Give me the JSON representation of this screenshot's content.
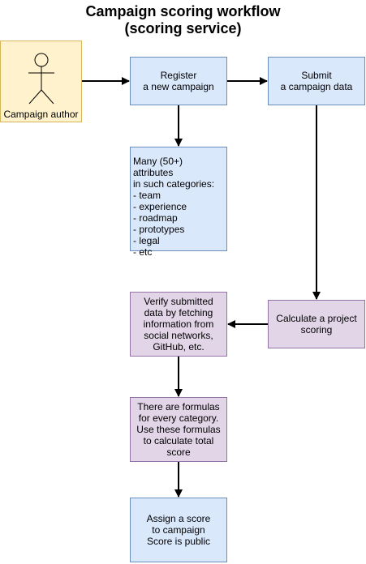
{
  "title": "Campaign scoring workflow\n(scoring service)",
  "actor": {
    "label": "Campaign author",
    "icon": "stick-figure-icon"
  },
  "nodes": {
    "register": "Register\na new campaign",
    "submit": "Submit\na campaign data",
    "attributes": "Many (50+) attributes\nin such categories:\n- team\n- experience\n- roadmap\n- prototypes\n- legal\n- etc",
    "calculate": "Calculate a project\nscoring",
    "verify": "Verify submitted\ndata by fetching\ninformation from\nsocial networks,\nGitHub, etc.",
    "formulas": "There are formulas\nfor every category.\nUse these formulas\nto calculate total\nscore",
    "assign": "Assign a score\nto campaign\nScore is public"
  },
  "colors": {
    "actor_fill": "#fff2cc",
    "blue_fill": "#dae8fc",
    "purple_fill": "#e1d5e7"
  }
}
